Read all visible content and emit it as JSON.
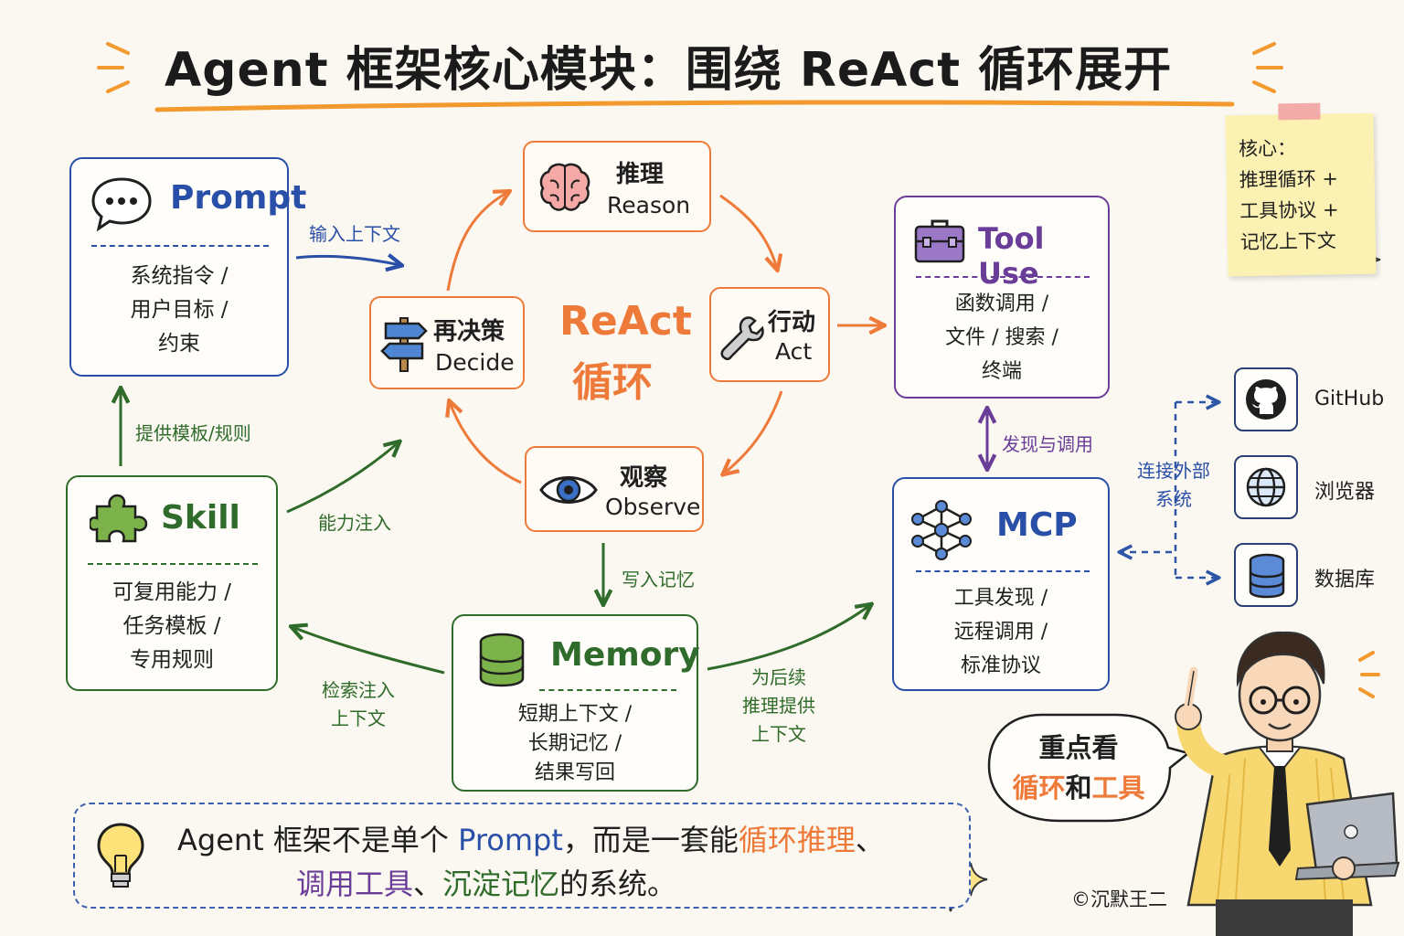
{
  "title": "Agent 框架核心模块：围绕 ReAct 循环展开",
  "colors": {
    "orange": "#ee7a3a",
    "blue": "#2a4fa8",
    "purple": "#6a3d98",
    "green": "#2f6b2a",
    "navy": "#2a3f73"
  },
  "prompt": {
    "title": "Prompt",
    "icon": "speech-bubble-icon",
    "lines": [
      "系统指令 /",
      "用户目标 /",
      "约束"
    ]
  },
  "skill": {
    "title": "Skill",
    "icon": "puzzle-icon",
    "lines": [
      "可复用能力 /",
      "任务模板 /",
      "专用规则"
    ]
  },
  "memory": {
    "title": "Memory",
    "icon": "database-icon",
    "lines": [
      "短期上下文 /",
      "长期记忆 /",
      "结果写回"
    ]
  },
  "tool_use": {
    "title": "Tool Use",
    "icon": "toolbox-icon",
    "lines": [
      "函数调用 /",
      "文件 / 搜索 /",
      "终端"
    ]
  },
  "mcp": {
    "title": "MCP",
    "icon": "network-icon",
    "lines": [
      "工具发现 /",
      "远程调用 /",
      "标准协议"
    ]
  },
  "react": {
    "center_line1": "ReAct",
    "center_line2": "循环",
    "reason": {
      "zh": "推理",
      "en": "Reason",
      "icon": "brain-icon"
    },
    "act": {
      "zh": "行动",
      "en": "Act",
      "icon": "wrench-icon"
    },
    "observe": {
      "zh": "观察",
      "en": "Observe",
      "icon": "eye-icon"
    },
    "decide": {
      "zh": "再决策",
      "en": "Decide",
      "icon": "signpost-icon"
    }
  },
  "edges": {
    "input_context": "输入上下文",
    "provide_template": "提供模板/规则",
    "ability_inject": "能力注入",
    "write_memory": "写入记忆",
    "retrieve_line1": "检索注入",
    "retrieve_line2": "上下文",
    "support_line1": "为后续",
    "support_line2": "推理提供",
    "support_line3": "上下文",
    "discover_call": "发现与调用",
    "connect_line1": "连接外部",
    "connect_line2": "系统"
  },
  "externals": [
    {
      "name": "GitHub",
      "icon": "github-icon"
    },
    {
      "name": "浏览器",
      "icon": "globe-icon"
    },
    {
      "name": "数据库",
      "icon": "database-icon"
    }
  ],
  "sticky": {
    "lines": [
      "核心：",
      "推理循环 +",
      "工具协议 +",
      "记忆上下文"
    ]
  },
  "summary": {
    "p1": "Agent 框架不是单个 ",
    "p2": "Prompt",
    "p3": "，而是一套能",
    "p4": "循环推理",
    "p5": "、",
    "p6": "调用工具",
    "p7": "、",
    "p8": "沉淀记忆",
    "p9": "的系统。"
  },
  "bubble": {
    "line1": "重点看",
    "w1": "循环",
    "w2": "和",
    "w3": "工具"
  },
  "copyright": "©沉默王二"
}
